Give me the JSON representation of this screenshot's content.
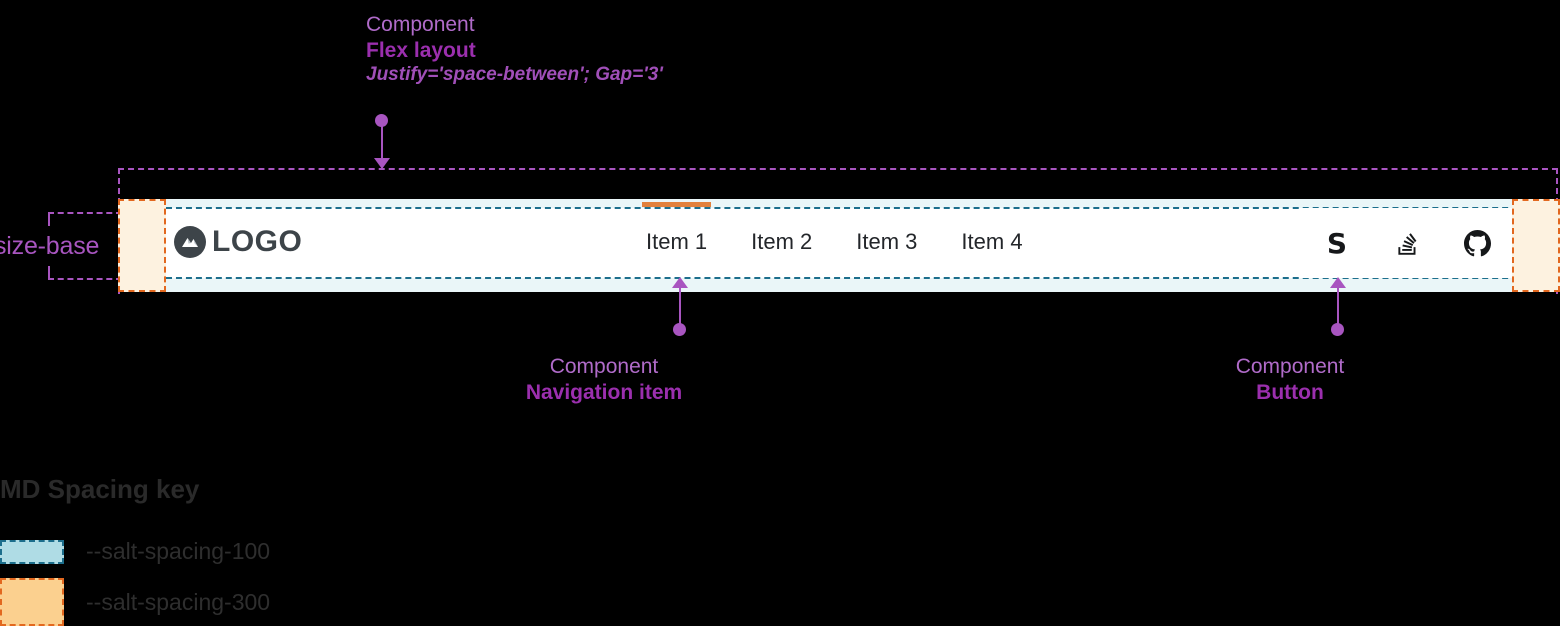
{
  "annotations": {
    "flex": {
      "kind": "Component",
      "name": "Flex layout",
      "props": "Justify='space-between'; Gap='3'"
    },
    "nav_item": {
      "kind": "Component",
      "name": "Navigation item"
    },
    "button": {
      "kind": "Component",
      "name": "Button"
    },
    "size_base": "size-base"
  },
  "navbar": {
    "logo": {
      "text": "LOGO",
      "icon": "mountain-logo-icon"
    },
    "items": [
      {
        "label": "Item 1",
        "active": true
      },
      {
        "label": "Item 2",
        "active": false
      },
      {
        "label": "Item 3",
        "active": false
      },
      {
        "label": "Item 4",
        "active": false
      }
    ],
    "actions": [
      {
        "icon": "salt-s-icon",
        "label": "S"
      },
      {
        "icon": "stack-overflow-icon",
        "label": ""
      },
      {
        "icon": "github-icon",
        "label": ""
      }
    ]
  },
  "spacing_key": {
    "title": "MD Spacing key",
    "entries": [
      {
        "token": "--salt-spacing-100",
        "fill": "#afdce5",
        "stroke": "#1c6e8c"
      },
      {
        "token": "--salt-spacing-300",
        "fill": "#fbd08f",
        "stroke": "#e2681f"
      }
    ]
  },
  "colors": {
    "accent_orange": "#e2813c",
    "annotation_purple": "#a855c0",
    "component_outline": "#1c6e8c",
    "navbar_bg": "#ffffff",
    "spacing_bg": "#eaf6f8"
  }
}
